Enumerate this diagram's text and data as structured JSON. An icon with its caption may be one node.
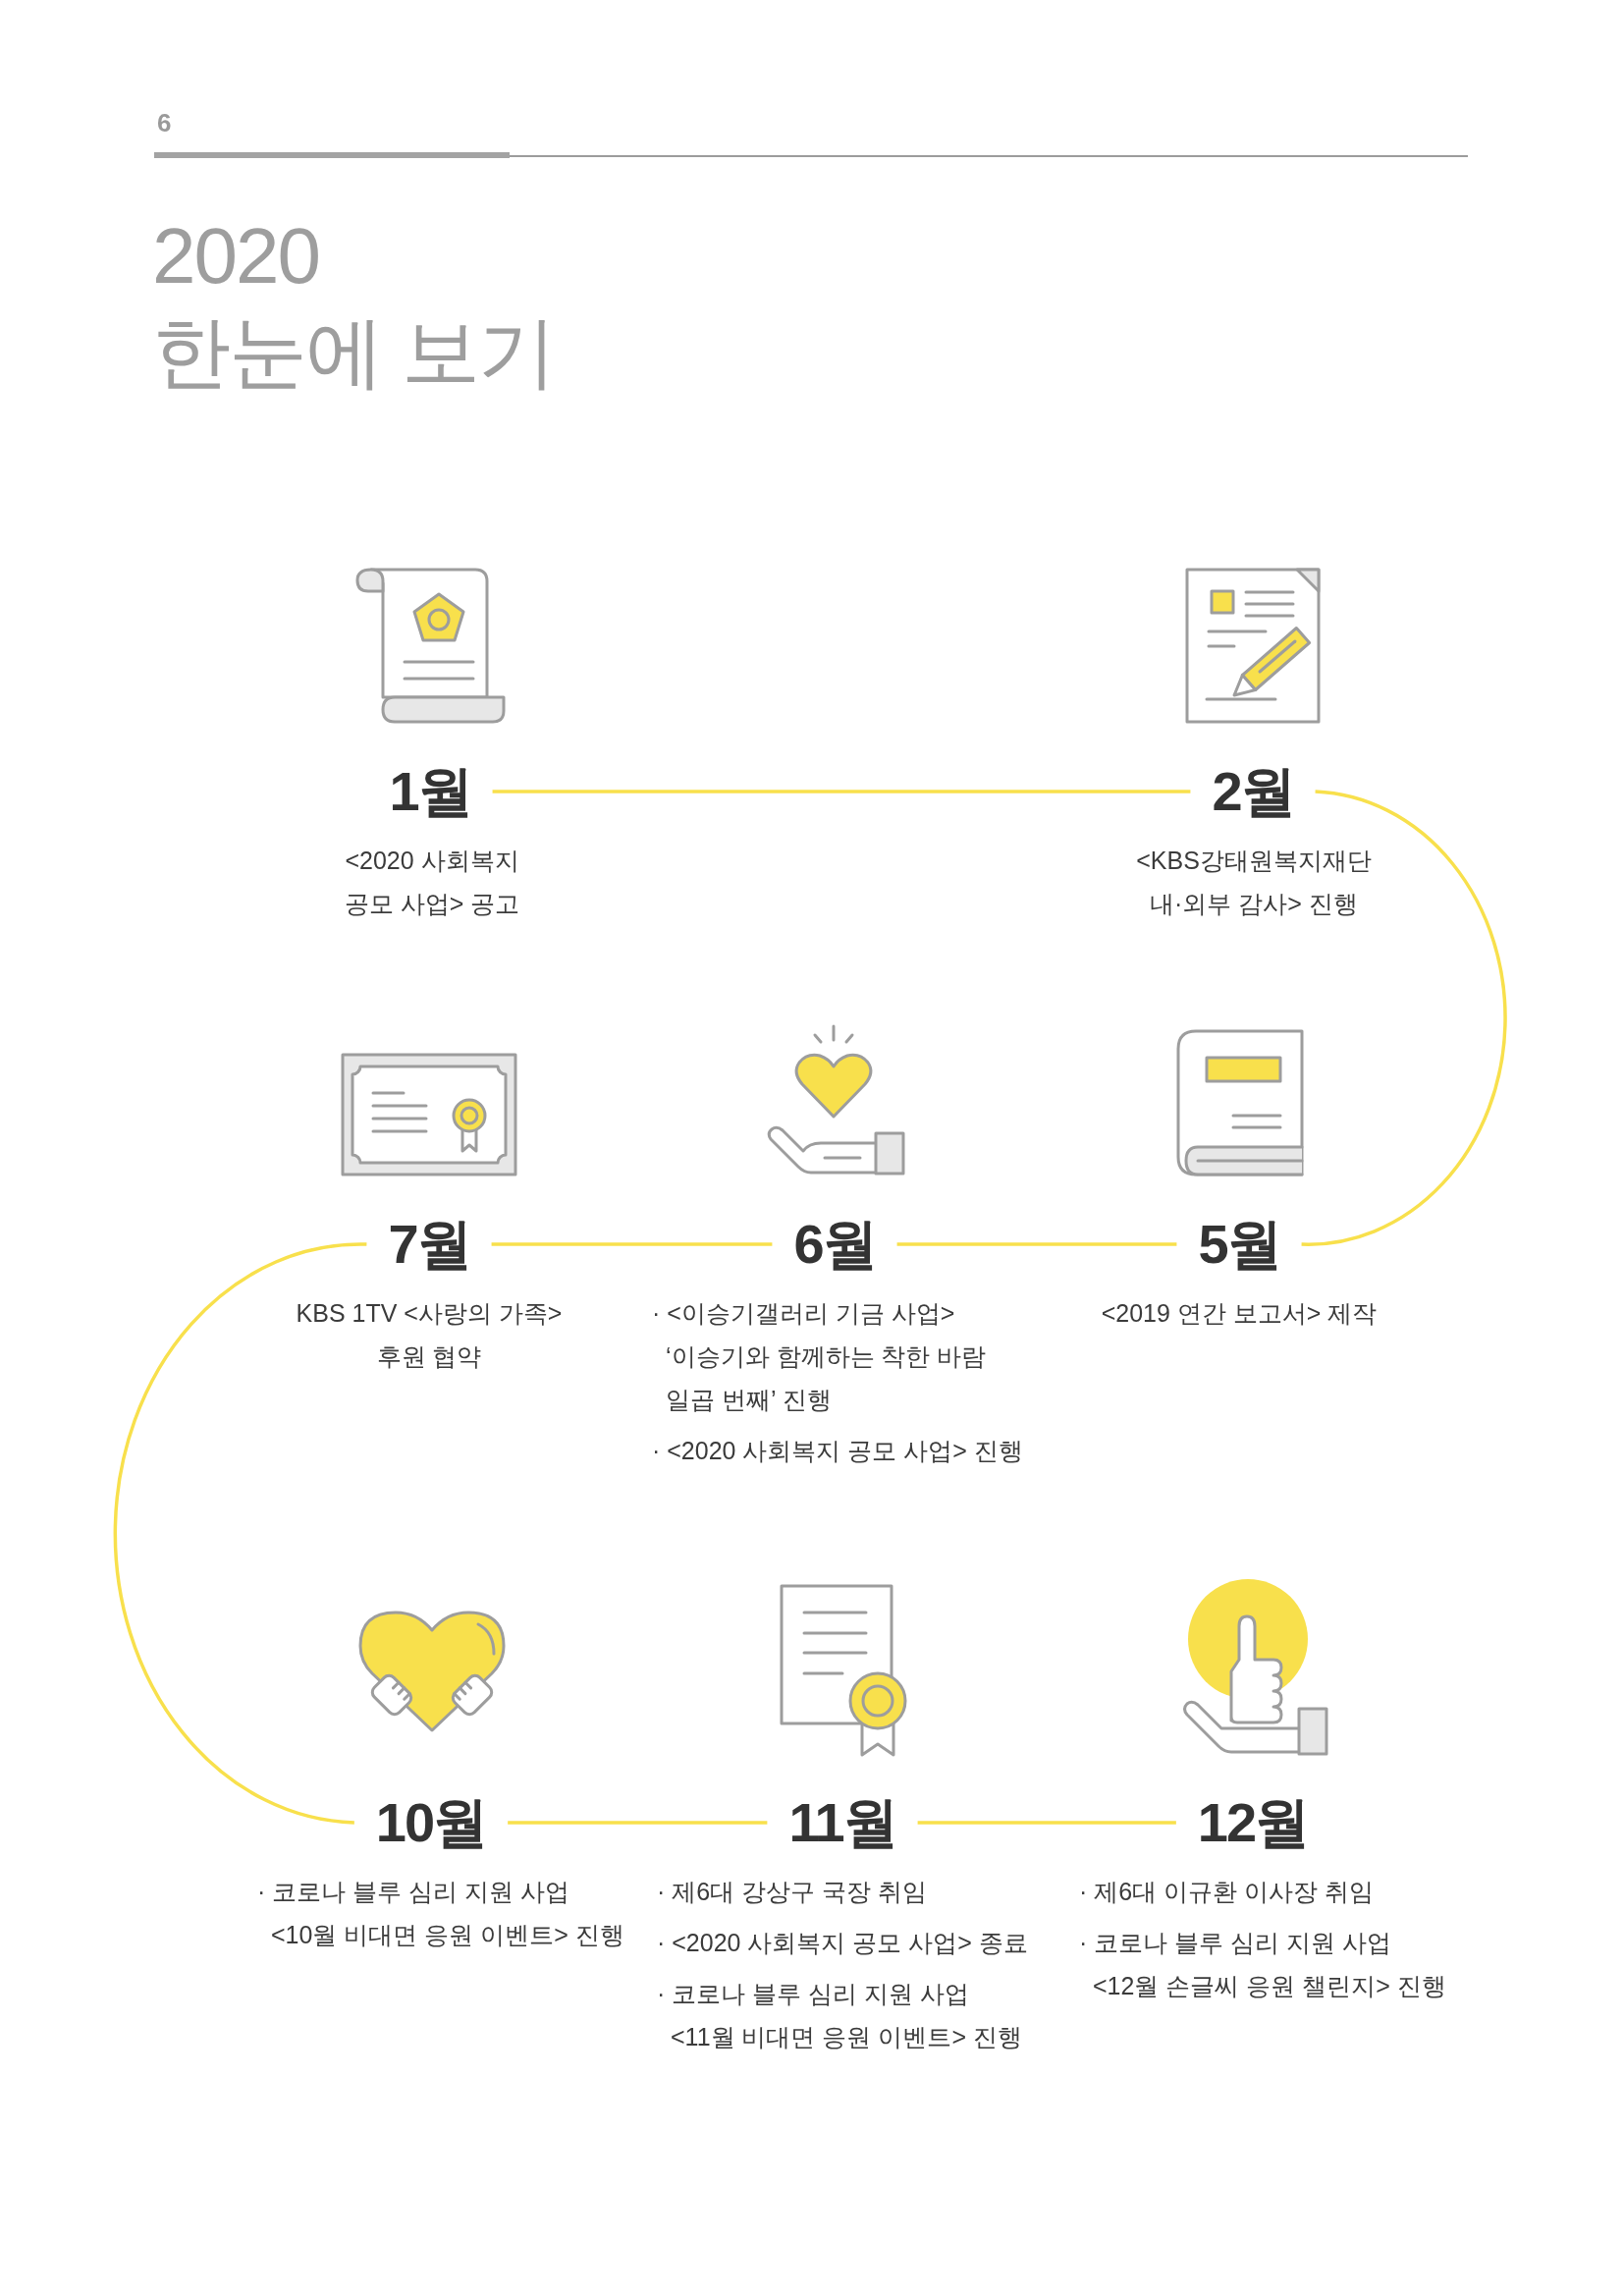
{
  "diagram": {
    "title": "2020 한눈에 보기",
    "nodes": [
      {
        "text": [
          "1월"
        ],
        "beside": [
          "<2020 사회복지 공모 사업> 공고"
        ]
      },
      {
        "text": [
          "2월"
        ],
        "beside": [
          "<KBS강태원복지재단 내·외부 감사> 진행"
        ]
      },
      {
        "text": [
          "5월"
        ],
        "beside": [
          "<2019 연간 보고서> 제작"
        ]
      },
      {
        "text": [
          "6월"
        ],
        "beside": [
          "· <이승기갤러리 기금 사업> ‘이승기와 함께하는 착한 바람 일곱 번째’ 진행",
          "· <2020 사회복지 공모 사업> 진행"
        ]
      },
      {
        "text": [
          "7월"
        ],
        "beside": [
          "KBS 1TV <사랑의 가족> 후원 협약"
        ]
      },
      {
        "text": [
          "10월"
        ],
        "beside": [
          "· 코로나 블루 심리 지원 사업 <10월 비대면 응원 이벤트> 진행"
        ]
      },
      {
        "text": [
          "11월"
        ],
        "beside": [
          "· 제6대 강상구 국장 취임",
          "· <2020 사회복지 공모 사업> 종료",
          "· 코로나 블루 심리 지원 사업 <11월 비대면 응원 이벤트> 진행"
        ]
      },
      {
        "text": [
          "12월"
        ],
        "beside": [
          "· 제6대 이규환 이사장 취임",
          "· 코로나 블루 심리 지원 사업 <12월 손글씨 응원 챌린지> 진행"
        ]
      }
    ],
    "edges": [
      {
        "from": 0,
        "to": 1,
        "arrow": "none"
      },
      {
        "from": 1,
        "to": 2,
        "arrow": "none"
      },
      {
        "from": 2,
        "to": 3,
        "arrow": "none"
      },
      {
        "from": 3,
        "to": 4,
        "arrow": "none"
      },
      {
        "from": 4,
        "to": 5,
        "arrow": "none"
      },
      {
        "from": 5,
        "to": 6,
        "arrow": "none"
      },
      {
        "from": 6,
        "to": 7,
        "arrow": "none"
      }
    ],
    "labels": [
      "6"
    ]
  }
}
